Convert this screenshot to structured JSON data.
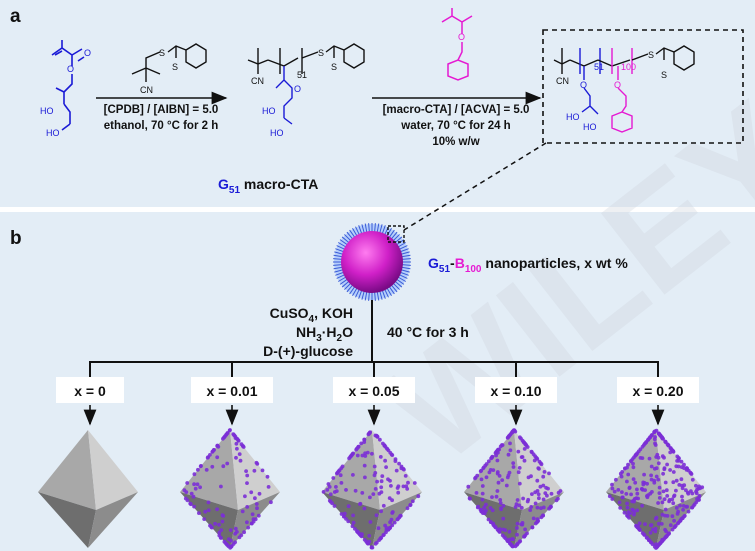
{
  "panels": {
    "a": {
      "letter": "a",
      "step1": {
        "line1": "[CPDB] / [AIBN] = 5.0",
        "line2": "ethanol, 70 °C for 2 h"
      },
      "step2": {
        "line1": "[macro-CTA] / [ACVA] = 5.0",
        "line2": "water, 70 °C for 24 h",
        "line3": "10% w/w"
      },
      "macro_cta": {
        "g": "G",
        "sub": "51",
        "rest": " macro-CTA"
      },
      "atoms": {
        "O": "O",
        "HO": "HO",
        "CN": "CN",
        "S": "S"
      },
      "dp1": "51",
      "dp2": "100"
    },
    "b": {
      "letter": "b",
      "nanoparticle_label": {
        "g": "G",
        "g_sub": "51",
        "dash": "-",
        "b": "B",
        "b_sub": "100",
        "rest": " nanoparticles, x wt %"
      },
      "reagents": {
        "line1_main": "CuSO",
        "line1_sub": "4",
        "line1_rest": ", KOH",
        "line2_a": "NH",
        "line2_sub1": "3",
        "line2_b": "·H",
        "line2_sub2": "2",
        "line2_c": "O",
        "line3": "D-(+)-glucose"
      },
      "condition": "40 °C for 3 h",
      "conditions_x": [
        "x = 0",
        "x = 0.01",
        "x = 0.05",
        "x = 0.10",
        "x = 0.20"
      ],
      "particle_density": [
        0,
        0.01,
        0.05,
        0.1,
        0.2
      ]
    }
  },
  "watermark": "WILEY-VCH",
  "colors": {
    "panel_bg": "#e3edf6",
    "blue": "#1a1ad6",
    "magenta": "#e51ad2",
    "black": "#111111",
    "octa_gray": "#8a8a8a",
    "dot_purple": "#7b2fd6"
  }
}
